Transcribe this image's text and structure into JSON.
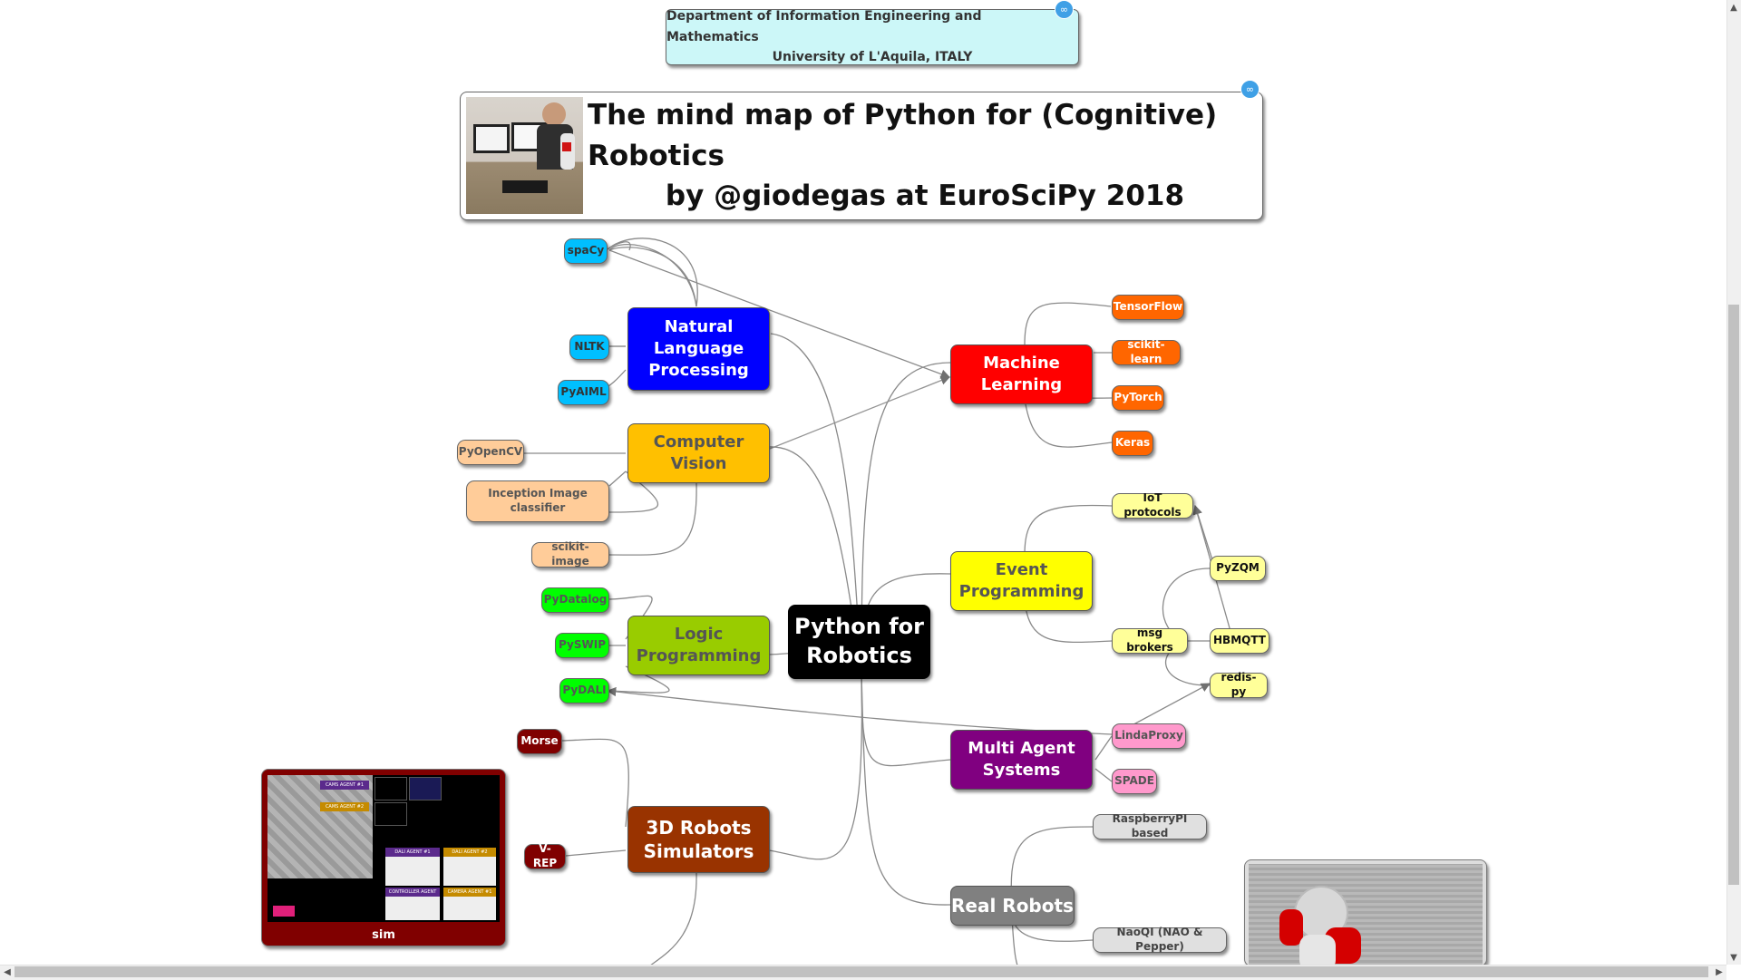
{
  "header": {
    "line1": "Department of Information Engineering and Mathematics",
    "line2": "University of L'Aquila, ITALY"
  },
  "title": {
    "line1": "The mind map of Python for (Cognitive) Robotics",
    "line2": "by @giodegas at EuroSciPy 2018"
  },
  "link_icon": "link-icon",
  "center": {
    "line1": "Python for",
    "line2": "Robotics",
    "color": "#000000"
  },
  "branches": {
    "nlp": {
      "line1": "Natural",
      "line2": "Language",
      "line3": "Processing",
      "color": "#0000ff"
    },
    "cv": {
      "line1": "Computer",
      "line2": "Vision",
      "color": "#ffc000"
    },
    "logic": {
      "line1": "Logic",
      "line2": "Programming",
      "color": "#99cc00"
    },
    "sim": {
      "line1": "3D Robots",
      "line2": "Simulators",
      "color": "#993300"
    },
    "ml": {
      "line1": "Machine",
      "line2": "Learning",
      "color": "#ff0000"
    },
    "event": {
      "line1": "Event",
      "line2": "Programming",
      "color": "#ffff00"
    },
    "mas": {
      "line1": "Multi Agent",
      "line2": "Systems",
      "color": "#800080"
    },
    "real": {
      "line1": "Real Robots",
      "color": "#808080"
    }
  },
  "leaves": {
    "spacy": "spaCy",
    "nltk": "NLTK",
    "pyaiml": "PyAIML",
    "pyopencv": "PyOpenCV",
    "inception_1": "Inception Image",
    "inception_2": "classifier",
    "scikit_image": "scikit-image",
    "pydatalog": "PyDatalog",
    "pyswip": "PySWIP",
    "pydali": "PyDALI",
    "morse": "Morse",
    "vrep": "V-REP",
    "tensorflow": "TensorFlow",
    "sklearn": "scikit-learn",
    "pytorch": "PyTorch",
    "keras": "Keras",
    "iot": "IoT protocols",
    "msg": "msg brokers",
    "pyzqm": "PyZQM",
    "hbmqtt": "HBMQTT",
    "redis": "redis-py",
    "linda": "LindaProxy",
    "spade": "SPADE",
    "rpi": "RaspberryPI based",
    "naoqi": "NaoQI (NAO & Pepper)"
  },
  "sim_image": {
    "caption": "sim",
    "labels": [
      "CAMS AGENT #1",
      "CAMS AGENT #2",
      "DALI AGENT #1",
      "DALI AGENT #2",
      "CONTROLLER AGENT #1",
      "CAMERA AGENT #1"
    ]
  },
  "colors": {
    "nlp_leaf": "#00bfff",
    "cv_leaf": "#ffcc99",
    "logic_leaf": "#00ff00",
    "sim_leaf": "#800000",
    "ml_leaf": "#ff6600",
    "event_leaf": "#ffff99",
    "mas_leaf": "#ff99cc",
    "real_leaf": "#e0e0e0",
    "header_bg": "#ccf7f8",
    "edge": "#7f7f7f"
  }
}
